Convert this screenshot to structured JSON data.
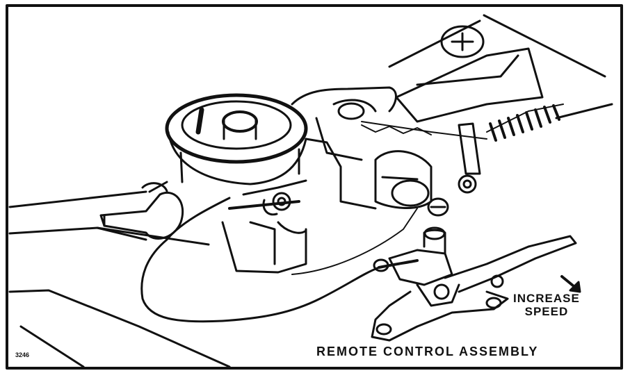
{
  "labels": {
    "increase": "INCREASE",
    "speed": "SPEED",
    "caption": "REMOTE CONTROL ASSEMBLY",
    "figure_number": "3246"
  },
  "colors": {
    "ink": "#111111",
    "paper": "#ffffff"
  }
}
